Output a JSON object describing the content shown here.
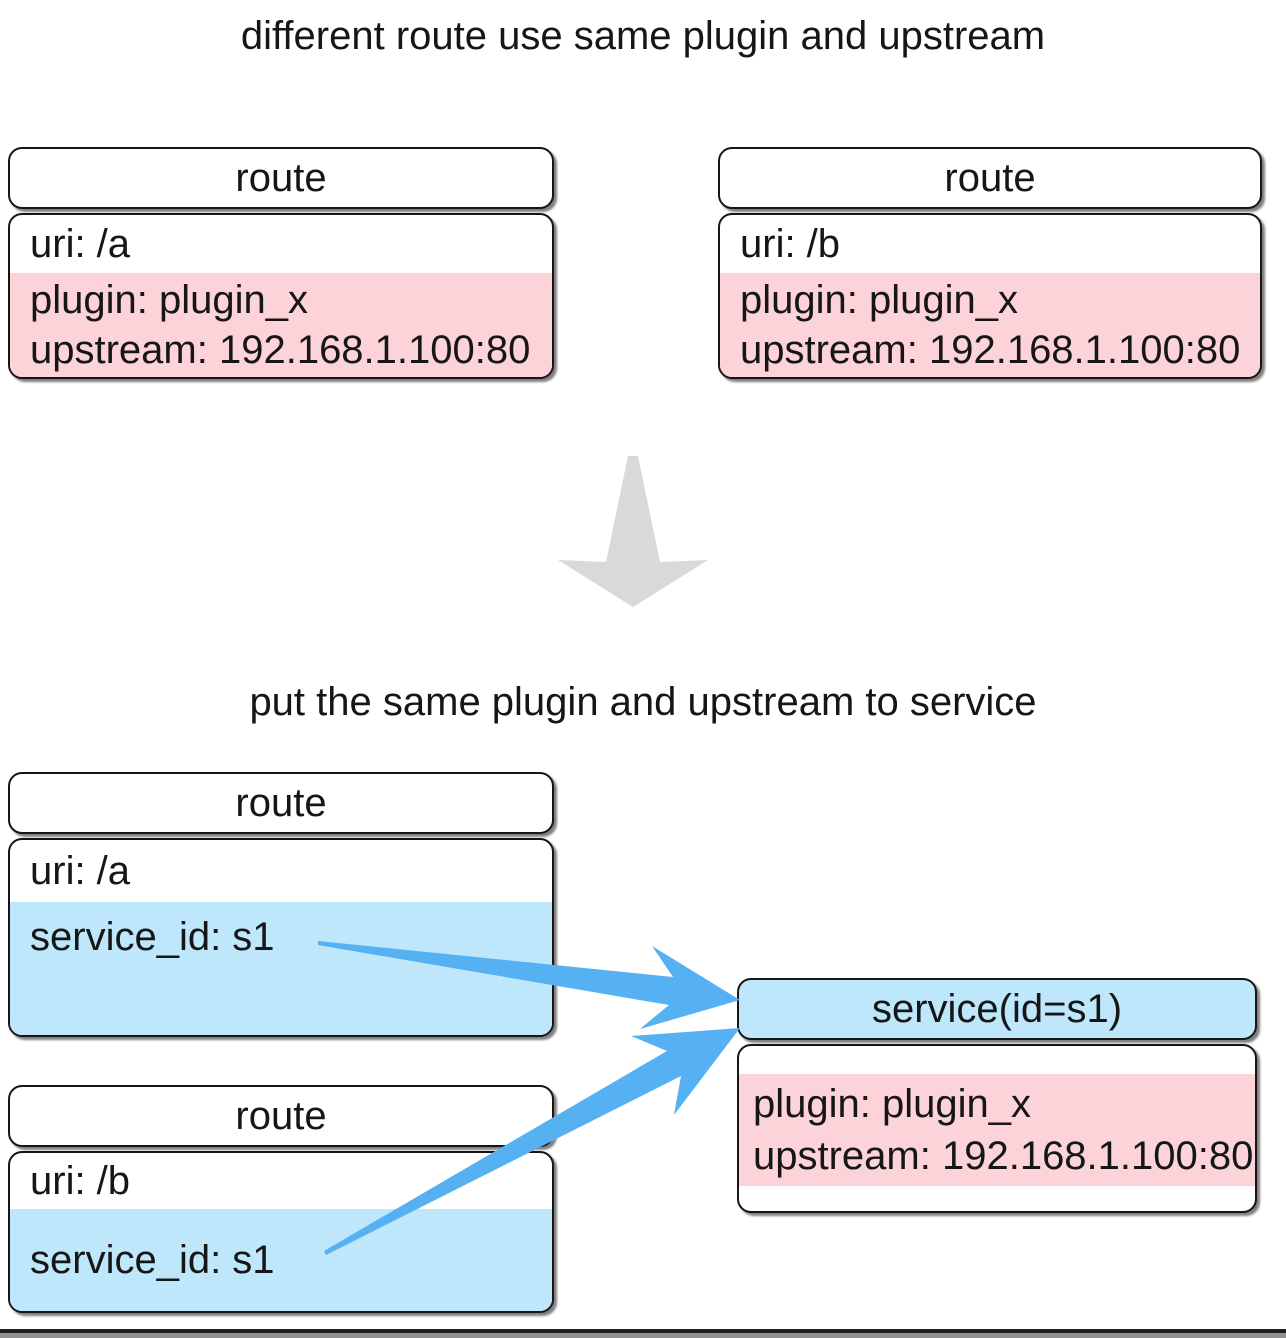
{
  "diagram": {
    "title_top": "different route use same plugin and upstream",
    "title_bottom": "put the same plugin and upstream to service",
    "route_a_top": {
      "header": "route",
      "uri": "uri: /a",
      "plugin": "plugin: plugin_x",
      "upstream": "upstream: 192.168.1.100:80"
    },
    "route_b_top": {
      "header": "route",
      "uri": "uri: /b",
      "plugin": "plugin: plugin_x",
      "upstream": "upstream: 192.168.1.100:80"
    },
    "route_a_bottom": {
      "header": "route",
      "uri": "uri: /a",
      "service_id": "service_id: s1"
    },
    "route_b_bottom": {
      "header": "route",
      "uri": "uri: /b",
      "service_id": "service_id: s1"
    },
    "service": {
      "header": "service(id=s1)",
      "plugin": "plugin: plugin_x",
      "upstream": "upstream: 192.168.1.100:80"
    },
    "colors": {
      "plugin_upstream_bg": "#fbd3d8",
      "service_link_bg": "#bee7fc",
      "arrow_blue": "#55b1f2",
      "arrow_gray": "#d9d9d9",
      "box_border": "#161616"
    }
  }
}
